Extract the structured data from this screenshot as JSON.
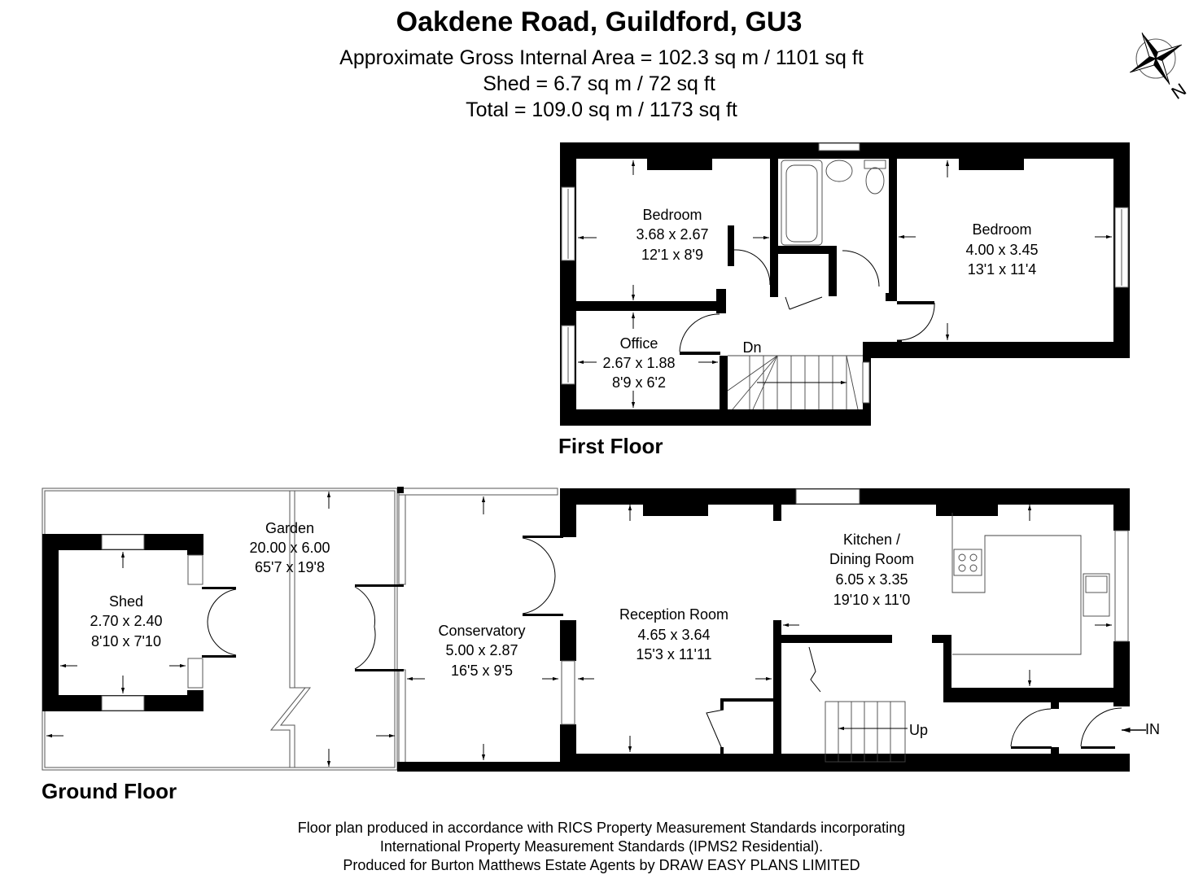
{
  "header": {
    "title": "Oakdene Road, Guildford, GU3",
    "gross_internal_area": "Approximate Gross Internal Area = 102.3 sq m / 1101 sq ft",
    "shed_area": "Shed = 6.7 sq m / 72 sq ft",
    "total_area": "Total = 109.0 sq m / 1173 sq ft"
  },
  "compass": {
    "icon": "compass-rose-icon",
    "label": "N"
  },
  "floors": {
    "first": {
      "label": "First Floor",
      "rooms": [
        {
          "name": "Bedroom",
          "metric": "3.68 x 2.67",
          "imperial": "12'1 x 8'9"
        },
        {
          "name": "Bedroom",
          "metric": "4.00 x 3.45",
          "imperial": "13'1 x 11'4"
        },
        {
          "name": "Office",
          "metric": "2.67 x 1.88",
          "imperial": "8'9 x 6'2"
        }
      ],
      "stairs_label": "Dn"
    },
    "ground": {
      "label": "Ground Floor",
      "rooms": [
        {
          "name": "Shed",
          "metric": "2.70 x 2.40",
          "imperial": "8'10 x 7'10"
        },
        {
          "name": "Garden",
          "metric": "20.00 x 6.00",
          "imperial": "65'7 x 19'8"
        },
        {
          "name": "Conservatory",
          "metric": "5.00 x 2.87",
          "imperial": "16'5 x 9'5"
        },
        {
          "name": "Reception Room",
          "metric": "4.65 x 3.64",
          "imperial": "15'3 x 11'11"
        },
        {
          "name_line1": "Kitchen /",
          "name_line2": "Dining Room",
          "metric": "6.05 x 3.35",
          "imperial": "19'10 x 11'0"
        }
      ],
      "stairs_label": "Up",
      "entrance_label": "IN"
    }
  },
  "footer": {
    "line1": "Floor plan produced in accordance with RICS Property Measurement Standards incorporating",
    "line2": "International Property Measurement Standards (IPMS2 Residential).",
    "line3": "Produced for Burton Matthews Estate Agents by DRAW EASY PLANS LIMITED"
  }
}
